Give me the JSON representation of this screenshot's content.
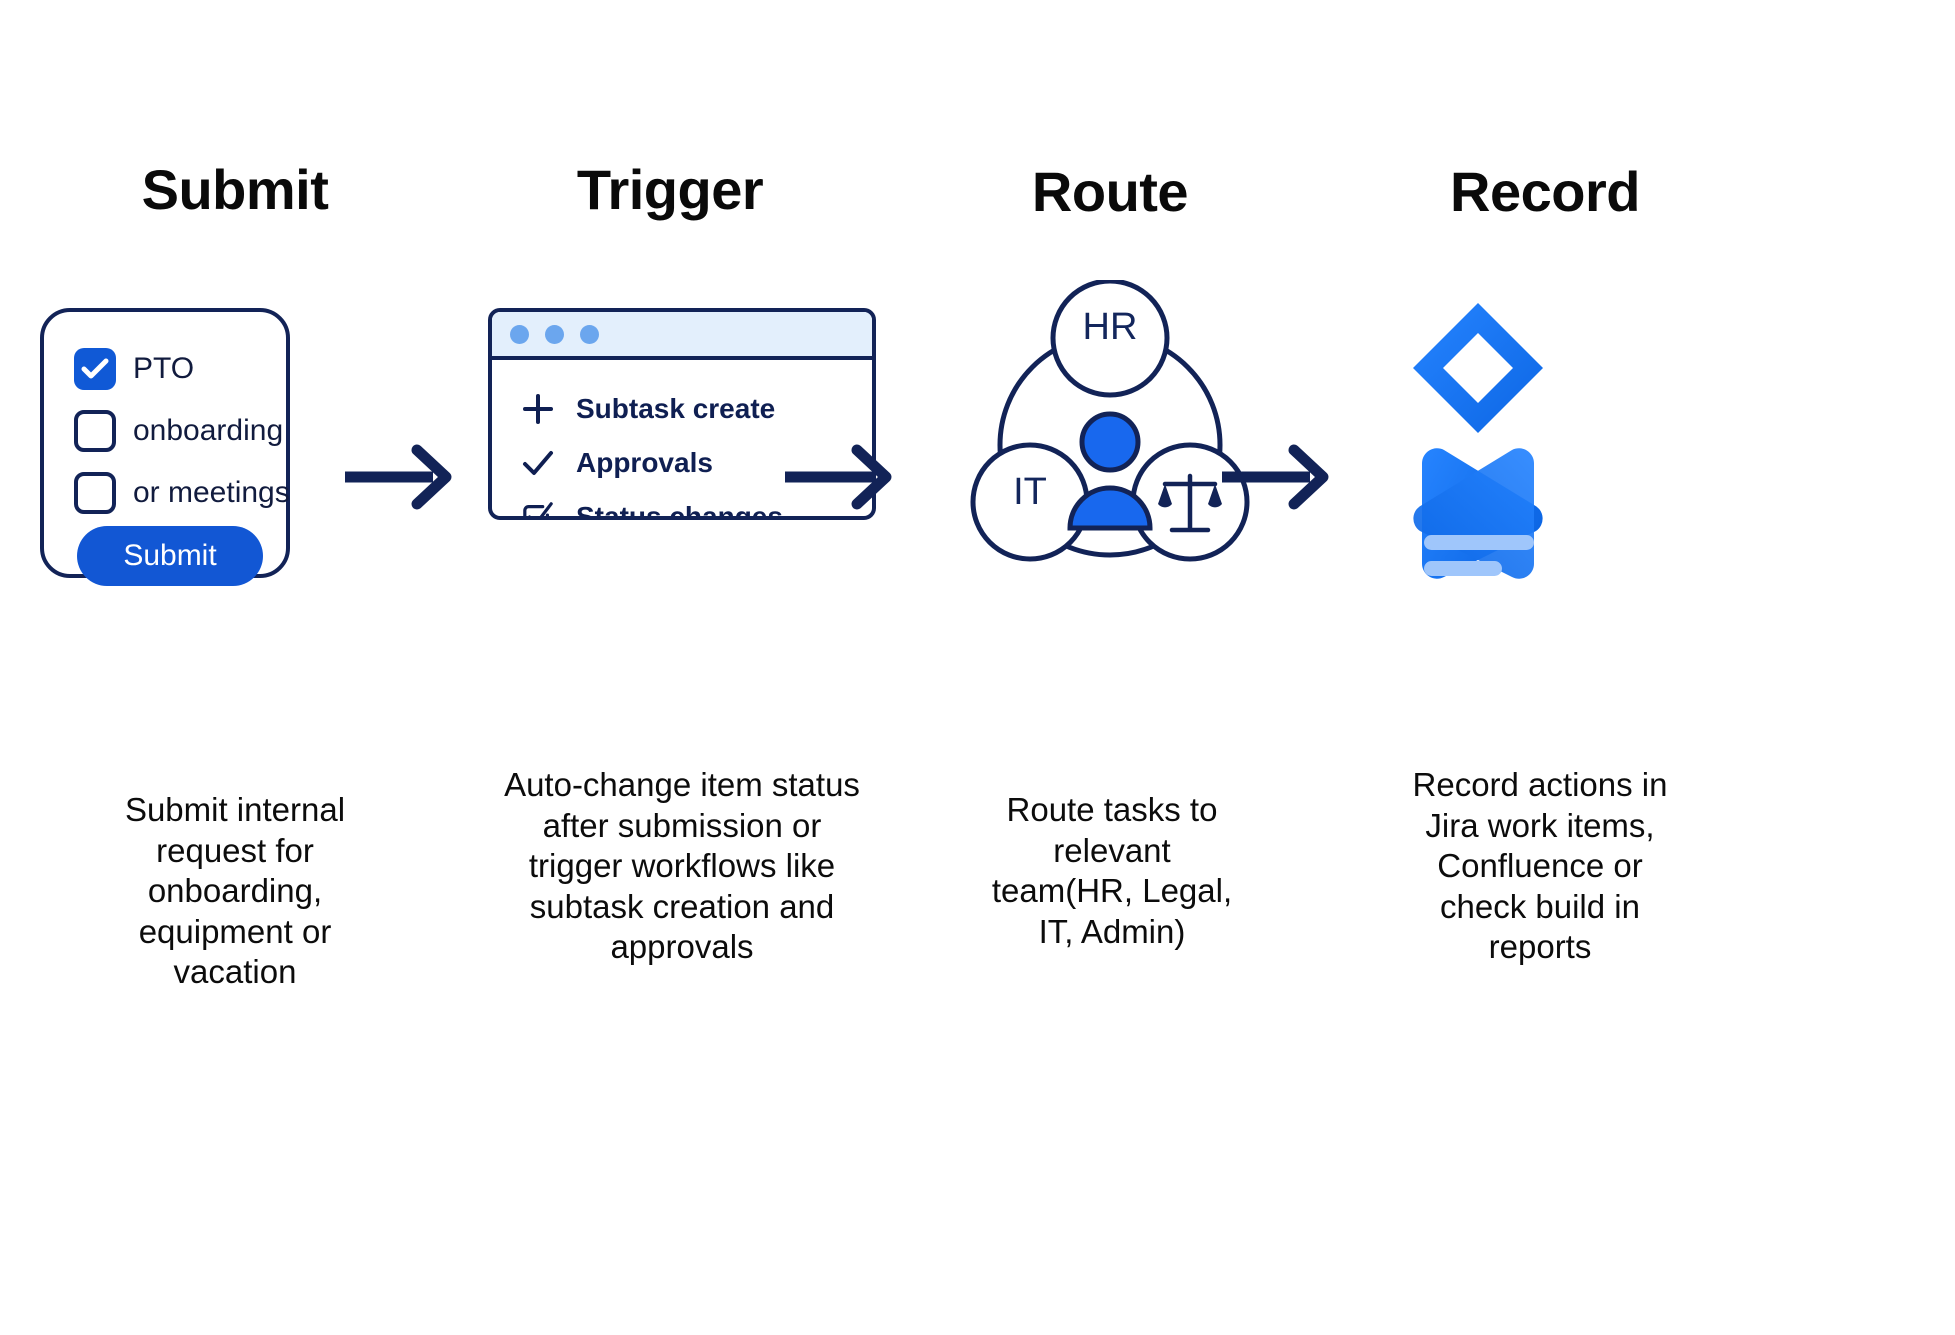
{
  "diagram": {
    "title_steps": [
      "Submit",
      "Trigger",
      "Route",
      "Record"
    ],
    "colors": {
      "navy": "#122357",
      "blue": "#1257d4",
      "bright_blue": "#1868ee",
      "light_blue": "#6ba6ee",
      "pale_blue": "#e3effc",
      "jira_blue": "#2684ff",
      "jira_dark": "#0c66e4",
      "confluence_light": "#9fc6fb"
    }
  },
  "steps": [
    {
      "heading": "Submit",
      "caption": "Submit internal\nrequest for\nonboarding,\nequipment or\nvacation",
      "card": {
        "options": [
          {
            "label": "PTO",
            "checked": true
          },
          {
            "label": "onboarding",
            "checked": false
          },
          {
            "label": "or meetings",
            "checked": false
          }
        ],
        "button_label": "Submit"
      }
    },
    {
      "heading": "Trigger",
      "caption": "Auto-change item status\nafter submission or\ntrigger workflows like\nsubtask creation and\napprovals",
      "window": {
        "dots": 3,
        "rows": [
          {
            "icon": "plus-icon",
            "label": "Subtask create"
          },
          {
            "icon": "check-icon",
            "label": "Approvals"
          },
          {
            "icon": "checkbox-checked-icon",
            "label": "Status changes"
          }
        ]
      }
    },
    {
      "heading": "Route",
      "caption": "Route tasks to\nrelevant\nteam(HR, Legal,\nIT, Admin)",
      "venn": {
        "nodes": [
          {
            "id": "hr",
            "label": "HR",
            "position": "top"
          },
          {
            "id": "it",
            "label": "IT",
            "position": "bottom-left"
          },
          {
            "id": "legal",
            "label": "",
            "icon": "scales-icon",
            "position": "bottom-right"
          }
        ],
        "center_icon": "person-icon"
      }
    },
    {
      "heading": "Record",
      "caption": "Record actions in\nJira work items,\nConfluence or\ncheck build in\nreports",
      "logos": [
        {
          "name": "jira-logo"
        },
        {
          "name": "confluence-logo"
        },
        {
          "name": "report-bars"
        }
      ]
    }
  ],
  "arrows": [
    {
      "name": "arrow-submit-to-trigger"
    },
    {
      "name": "arrow-trigger-to-route"
    },
    {
      "name": "arrow-route-to-record"
    }
  ]
}
